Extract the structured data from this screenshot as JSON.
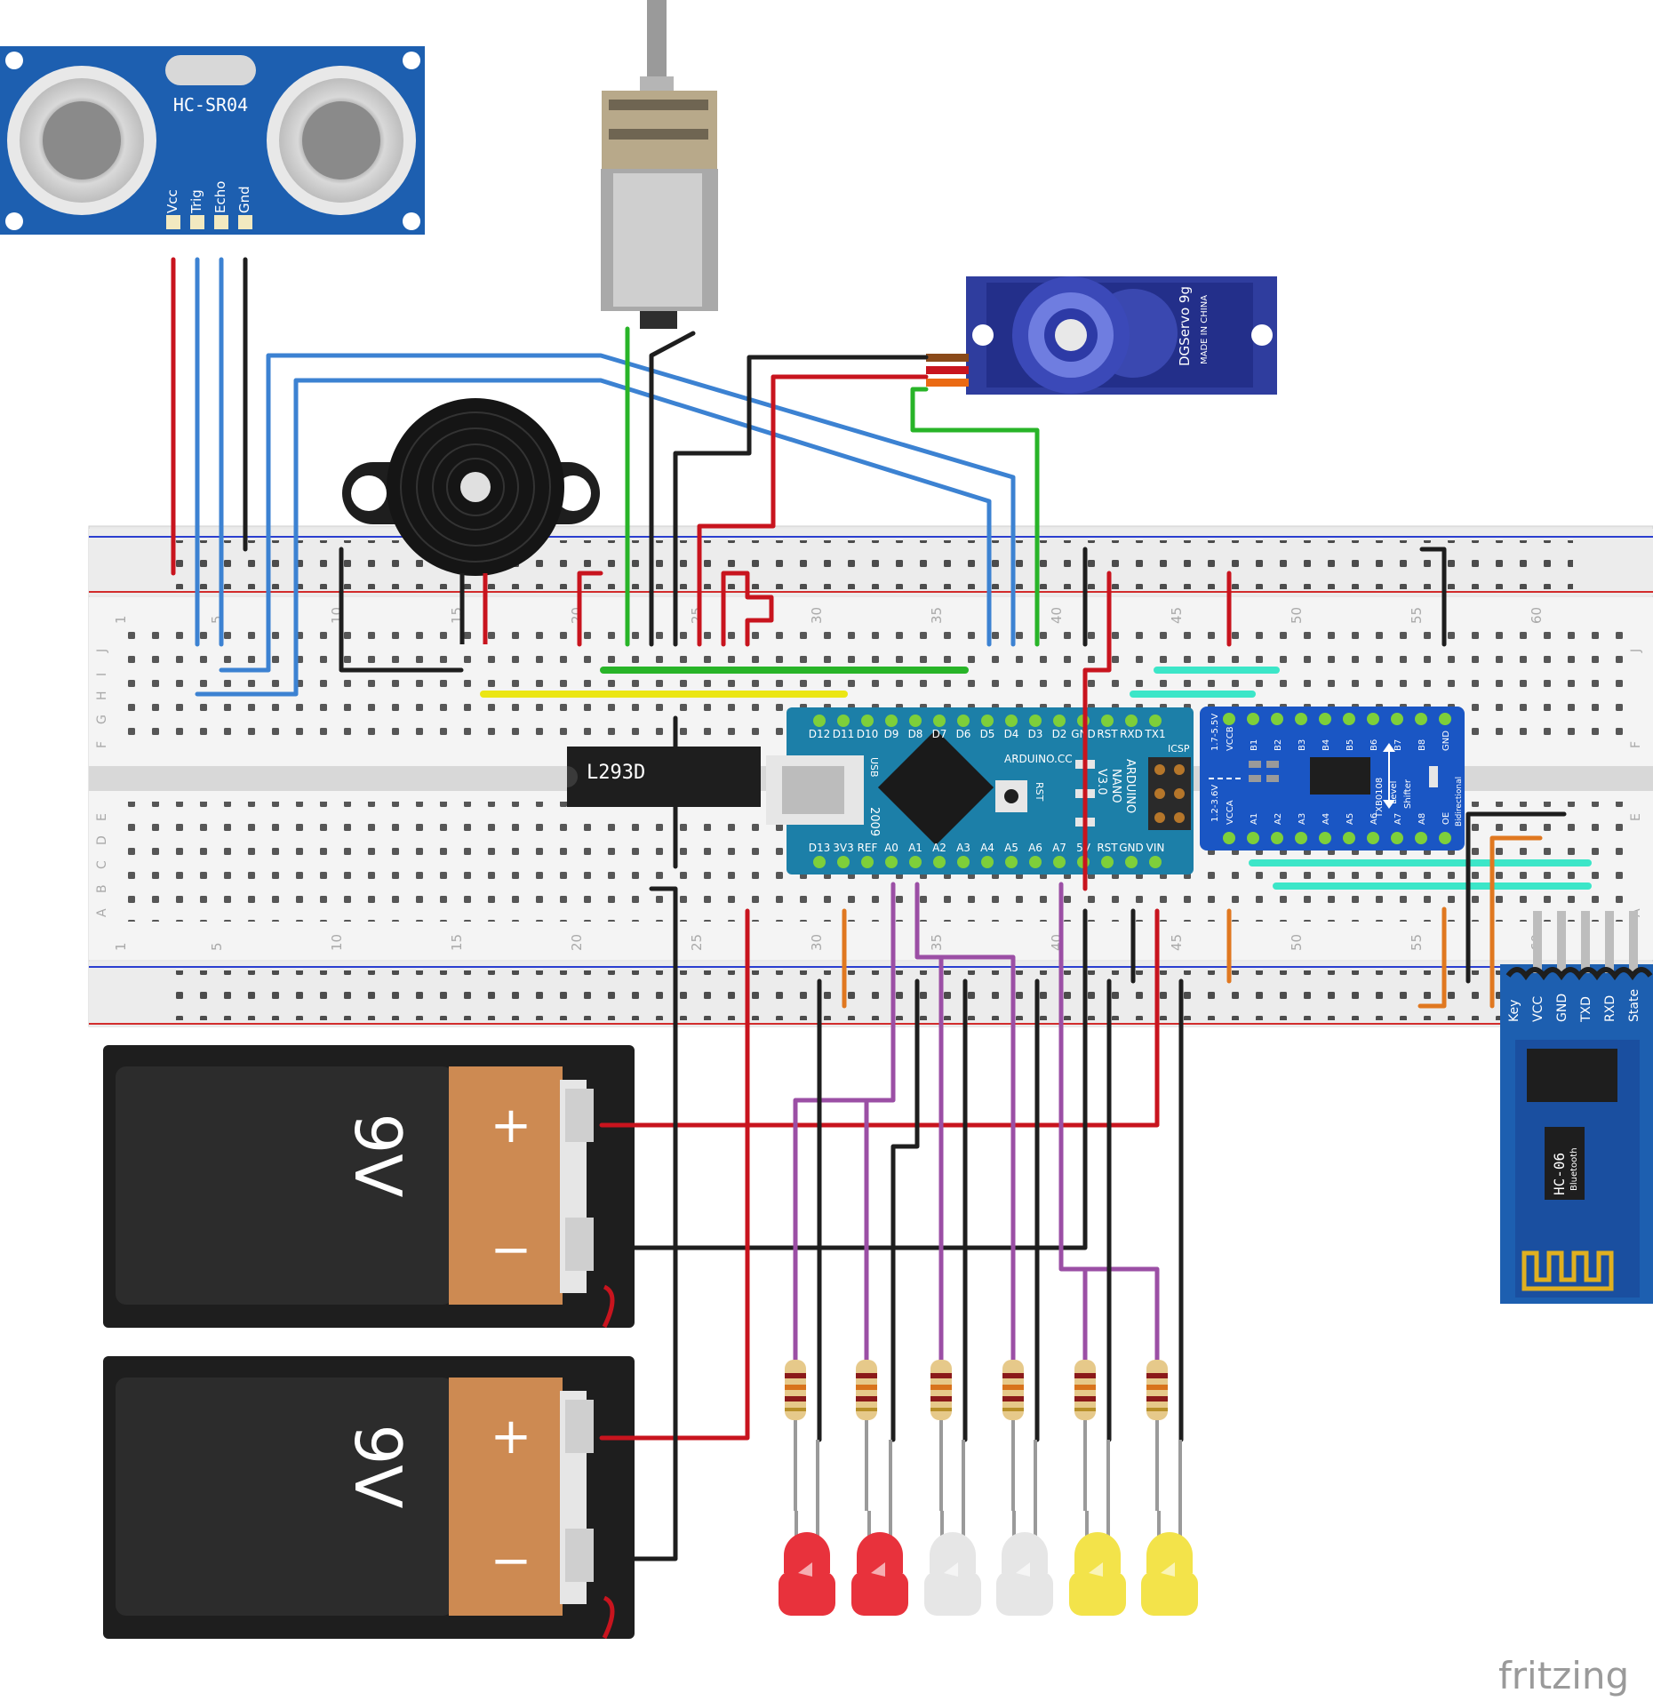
{
  "sensor": {
    "label": "HC-SR04",
    "pins": [
      "Vcc",
      "Trig",
      "Echo",
      "Gnd"
    ]
  },
  "servo": {
    "brand": "DGServo 9g",
    "made": "MADE IN CHINA"
  },
  "driver_ic": {
    "label": "L293D"
  },
  "nano": {
    "top_pins": [
      "D12",
      "D11",
      "D10",
      "D9",
      "D8",
      "D7",
      "D6",
      "D5",
      "D4",
      "D3",
      "D2",
      "GND",
      "RST",
      "RXD",
      "TX1"
    ],
    "bottom_pins": [
      "D13",
      "3V3",
      "REF",
      "A0",
      "A1",
      "A2",
      "A3",
      "A4",
      "A5",
      "A6",
      "A7",
      "5V",
      "RST",
      "GND",
      "VIN"
    ],
    "brand": "ARDUINO.CC",
    "model_lines": [
      "ARDUINO",
      "NANO",
      "V3.0"
    ],
    "year": "2009",
    "usb": "USB",
    "rst": "RST",
    "icsp": "ICSP"
  },
  "level_shifter": {
    "top_pins": [
      "VCCB",
      "B1",
      "B2",
      "B3",
      "B4",
      "B5",
      "B6",
      "B7",
      "B8",
      "GND"
    ],
    "bottom_pins": [
      "VCCA",
      "A1",
      "A2",
      "A3",
      "A4",
      "A5",
      "A6",
      "A7",
      "A8",
      "OE"
    ],
    "vcc_b": "1.7-5.5V",
    "vcc_a": "1.2-3.6V",
    "title_lines": [
      "TXB0108",
      "Level",
      "Shifter"
    ],
    "side": "Bidirectional"
  },
  "bluetooth": {
    "pins": [
      "Key",
      "VCC",
      "GND",
      "TXD",
      "RXD",
      "State"
    ],
    "model": "HC-06",
    "sub": "Bluetooth"
  },
  "batteries": [
    {
      "voltage": "9V",
      "plus": "+",
      "minus": "−"
    },
    {
      "voltage": "9V",
      "plus": "+",
      "minus": "−"
    }
  ],
  "breadboard": {
    "row_letters_top": [
      "J",
      "I",
      "H",
      "G",
      "F"
    ],
    "row_letters_bottom": [
      "E",
      "D",
      "C",
      "B",
      "A"
    ],
    "col_numbers": [
      "1",
      "5",
      "10",
      "15",
      "20",
      "25",
      "30",
      "35",
      "40",
      "45",
      "50",
      "55",
      "60"
    ]
  },
  "leds": [
    {
      "color": "#e8323c"
    },
    {
      "color": "#e8323c"
    },
    {
      "color": "#e6e6e6"
    },
    {
      "color": "#e6e6e6"
    },
    {
      "color": "#f3e34a"
    },
    {
      "color": "#f3e34a"
    }
  ],
  "watermark": "fritzing",
  "colors": {
    "wire_red": "#c8141e",
    "wire_black": "#1e1e1e",
    "wire_blue": "#3c82d2",
    "wire_green": "#28b428",
    "wire_purple": "#9b4fa5",
    "wire_orange": "#e07820",
    "wire_cyan": "#3ce6c8",
    "wire_yellow": "#ebe614",
    "board_teal": "#1c7fa8",
    "module_blue": "#1a56c4",
    "sensor_blue": "#1d5fb0"
  }
}
